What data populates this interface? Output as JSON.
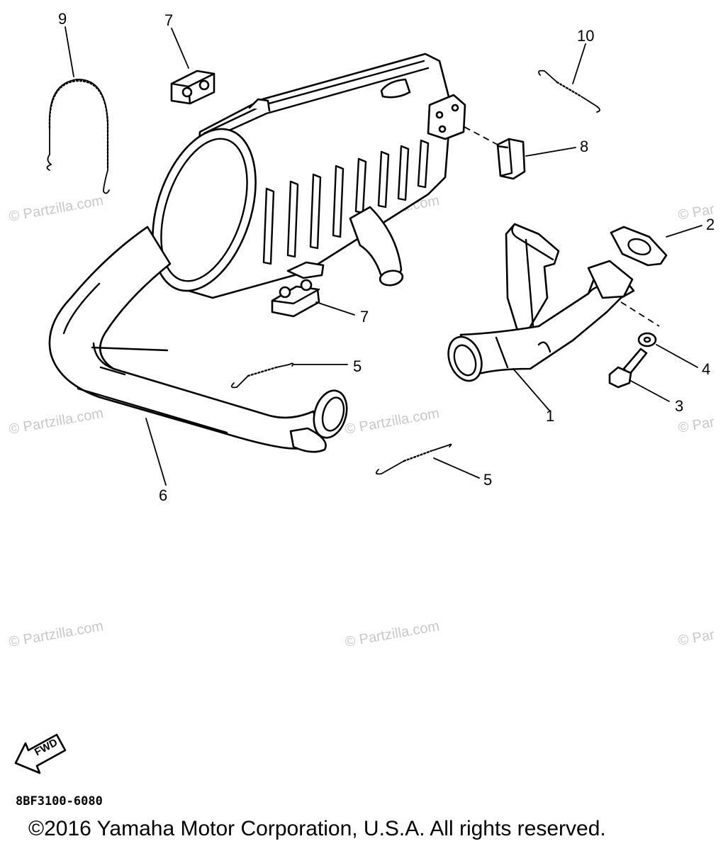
{
  "diagram": {
    "part_code": "8BF3100-6080",
    "copyright": "©2016  Yamaha Motor Corporation, U.S.A. All rights reserved.",
    "fwd_label": "FWD",
    "watermark_text": "© Partzilla.com",
    "watermark_partial": "© Par",
    "callouts": [
      "9",
      "7",
      "10",
      "8",
      "2",
      "7",
      "5",
      "4",
      "1",
      "3",
      "5",
      "6"
    ]
  }
}
